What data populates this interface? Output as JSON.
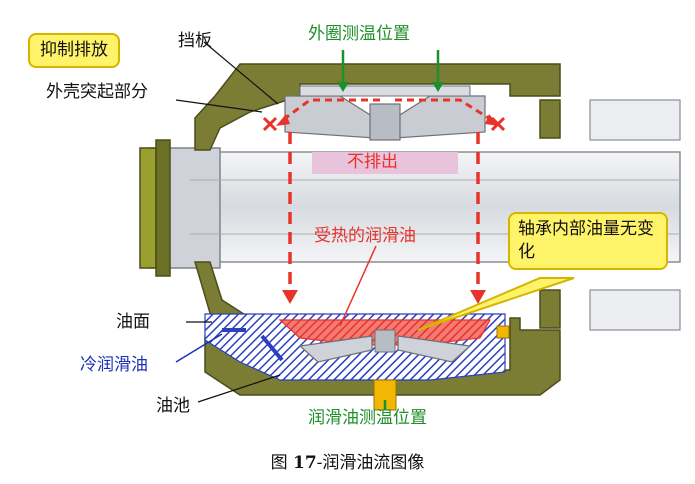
{
  "labels": {
    "suppress_discharge": "抑制排放",
    "baffle": "挡板",
    "housing_protrusion": "外壳突起部分",
    "outer_ring_temp_position": "外圈测温位置",
    "no_discharge": "不排出",
    "heated_lubricant": "受热的润滑油",
    "bearing_oil_amount_unchanged": "轴承内部油量无变化",
    "oil_surface": "油面",
    "cold_lubricant": "冷润滑油",
    "oil_pool": "油池",
    "lubricant_temp_position": "润滑油测温位置"
  },
  "caption": {
    "prefix": "图 ",
    "number": "17",
    "text": "-润滑油流图像"
  },
  "colors": {
    "housing": "#7a7d33",
    "shaft": "#e4e6ea",
    "bearing": "#9fa3ab",
    "hot_oil": "#e8332b",
    "cold_oil": "#2b3fc0",
    "callout": "#fff36a",
    "label_green": "#1f8f2a",
    "label_blue": "#1d2fb8",
    "no_discharge_bg": "#e9c3dc"
  }
}
